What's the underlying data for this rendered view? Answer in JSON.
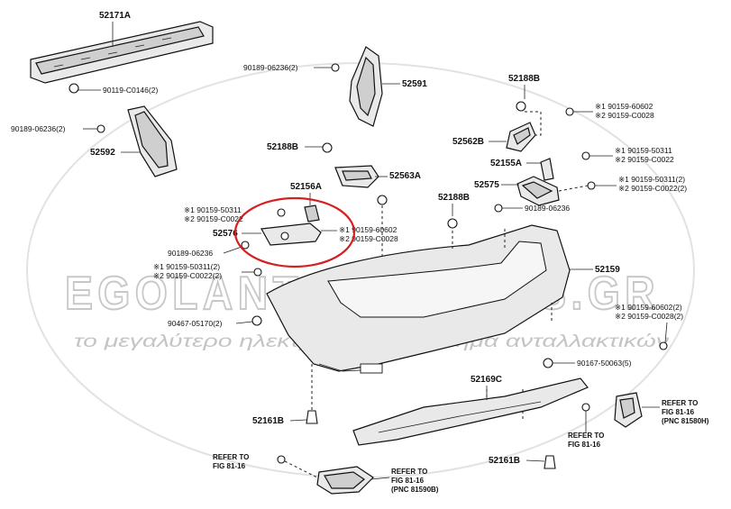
{
  "labels": {
    "p52171A": "52171A",
    "p90119": "90119-C0146(2)",
    "p90189a": "90189-06236(2)",
    "p52592": "52592",
    "p90189b": "90189-06236(2)",
    "p52591": "52591",
    "p52188B_a": "52188B",
    "p52563A": "52563A",
    "p52156A": "52156A",
    "p52576": "52576",
    "p90189c": "90189-06236",
    "p52188B_b": "52188B",
    "p52562B": "52562B",
    "p52155A": "52155A",
    "p52575": "52575",
    "p90189d": "90189-06236",
    "p52188B_c": "52188B",
    "p52159": "52159",
    "p90467": "90467-05170(2)",
    "p52169C": "52169C",
    "p90167": "90167-50063(5)",
    "p52161B_a": "52161B",
    "p52161B_b": "52161B"
  },
  "pairs": {
    "a1": "※1 90159-50311",
    "a2": "※2 90159-C0022",
    "b1": "※1 90159-60602",
    "b2": "※2 90159-C0028",
    "c1": "※1 90159-50311(2)",
    "c2": "※2 90159-C0022(2)",
    "d1": "※1 90159-60602",
    "d2": "※2 90159-C0028",
    "e1": "※1 90159-50311",
    "e2": "※2 90159-C0022",
    "f1": "※1 90159-50311(2)",
    "f2": "※2 90159-C0022(2)",
    "g1": "※1 90159-60602(2)",
    "g2": "※2 90159-C0028(2)"
  },
  "refs": {
    "r1a": "REFER TO",
    "r1b": "FIG 81-16",
    "r2a": "REFER TO",
    "r2b": "FIG 81-16",
    "r2c": "(PNC 81580H)",
    "r3a": "REFER TO",
    "r3b": "FIG 81-16",
    "r4a": "REFER TO",
    "r4b": "FIG 81-16",
    "r4c": "(PNC 81590B)"
  },
  "watermark": {
    "main": "EGOLANTCARPARTS.GR",
    "sub": "το μεγαλύτερο ηλεκτρονικό κατάστημα ανταλλακτικών"
  },
  "highlight_color": "#d42020"
}
